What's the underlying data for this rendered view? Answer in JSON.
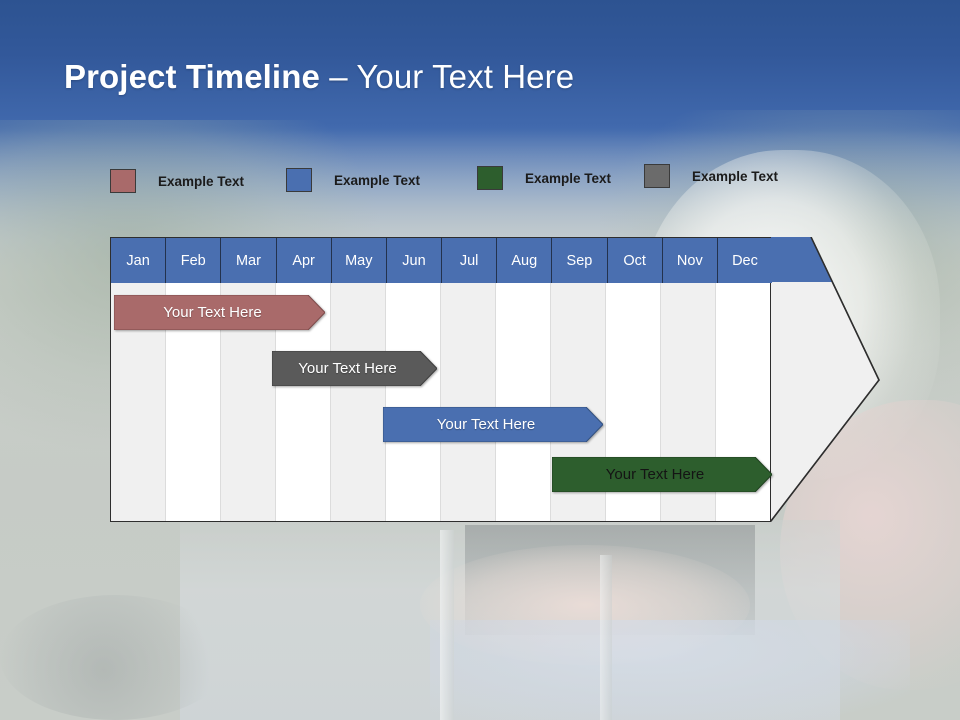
{
  "slide": {
    "title_strong": "Project Timeline",
    "title_light": " – Your Text Here",
    "background": "wheelchair-photo",
    "title_color": "#ffffff",
    "header_blue": "#4a6fb0"
  },
  "legend": {
    "items": [
      {
        "label": "Example Text",
        "color": "#a96a6a",
        "name": "legend-item-red"
      },
      {
        "label": "Example Text",
        "color": "#4a6fb0",
        "name": "legend-item-blue"
      },
      {
        "label": "Example Text",
        "color": "#2d5e2d",
        "name": "legend-item-green"
      },
      {
        "label": "Example Text",
        "color": "#6b6b6b",
        "name": "legend-item-gray"
      }
    ]
  },
  "chart_data": {
    "type": "bar",
    "title": "Project Timeline",
    "orientation": "horizontal-gantt",
    "categories": [
      "Jan",
      "Feb",
      "Mar",
      "Apr",
      "May",
      "Jun",
      "Jul",
      "Aug",
      "Sep",
      "Oct",
      "Nov",
      "Dec"
    ],
    "xlabel": "",
    "ylabel": "",
    "grid": true,
    "legend_position": "top",
    "series": [
      {
        "name": "Example Text",
        "label": "Your  Text Here",
        "color": "#a96a6a",
        "start_month": "Jan",
        "end_month": "Apr",
        "start_index": 0,
        "end_index": 3.9,
        "row": 0
      },
      {
        "name": "Example Text",
        "label": "Your  Text Here",
        "color": "#5a5a5a",
        "start_month": "Apr",
        "end_month": "Jul",
        "start_index": 2.95,
        "end_index": 5.95,
        "row": 1
      },
      {
        "name": "Example Text",
        "label": "Your  Text Here",
        "color": "#4a6fb0",
        "start_month": "Jun",
        "end_month": "Sep",
        "start_index": 4.95,
        "end_index": 8.95,
        "row": 2
      },
      {
        "name": "Example Text",
        "label": "Your  Text Here",
        "color": "#2d5e2d",
        "start_month": "Sep",
        "end_month": "Dec",
        "start_index": 8.0,
        "end_index": 12.0,
        "row": 3
      }
    ]
  }
}
